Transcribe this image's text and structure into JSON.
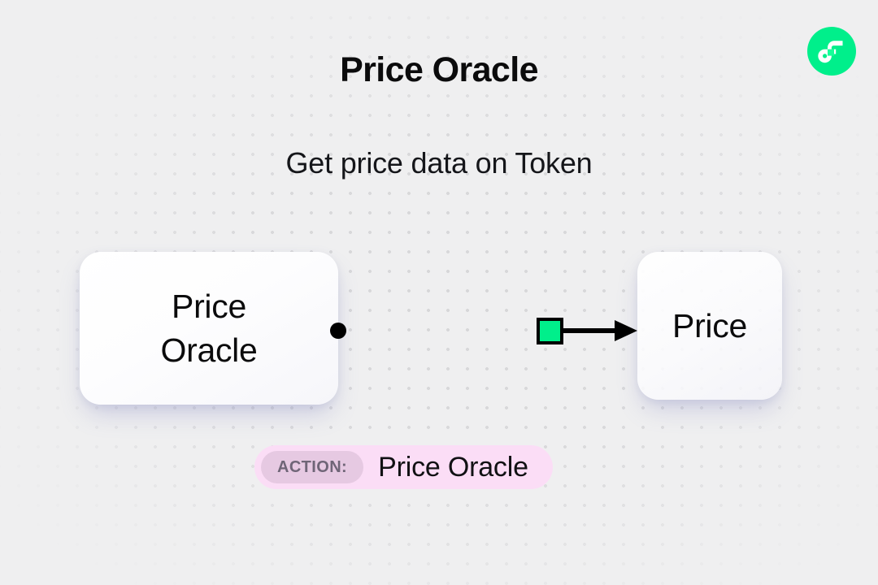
{
  "header": {
    "title": "Price Oracle",
    "subtitle": "Get price data on Token",
    "logo_name": "flow-logo"
  },
  "diagram": {
    "source_node": {
      "label_line1": "Price",
      "label_line2": "Oracle"
    },
    "target_node": {
      "label": "Price"
    },
    "connector": {
      "start_handle": "source-dot",
      "midpoint_marker": "green-square-marker",
      "end_handle": "arrow-head"
    }
  },
  "action_badge": {
    "chip_label": "ACTION:",
    "value": "Price Oracle"
  },
  "colors": {
    "background": "#efeff0",
    "dot_grid": "#d7d7d9",
    "accent_green": "#00ef8b",
    "logo_green": "#00ef8b",
    "badge_background": "#fbddf6",
    "badge_chip": "#e6c9e2",
    "badge_chip_text": "#6f6577",
    "edge_line": "#000000",
    "card_shadow": "#787cbe",
    "text_primary": "#0b0b0c"
  }
}
